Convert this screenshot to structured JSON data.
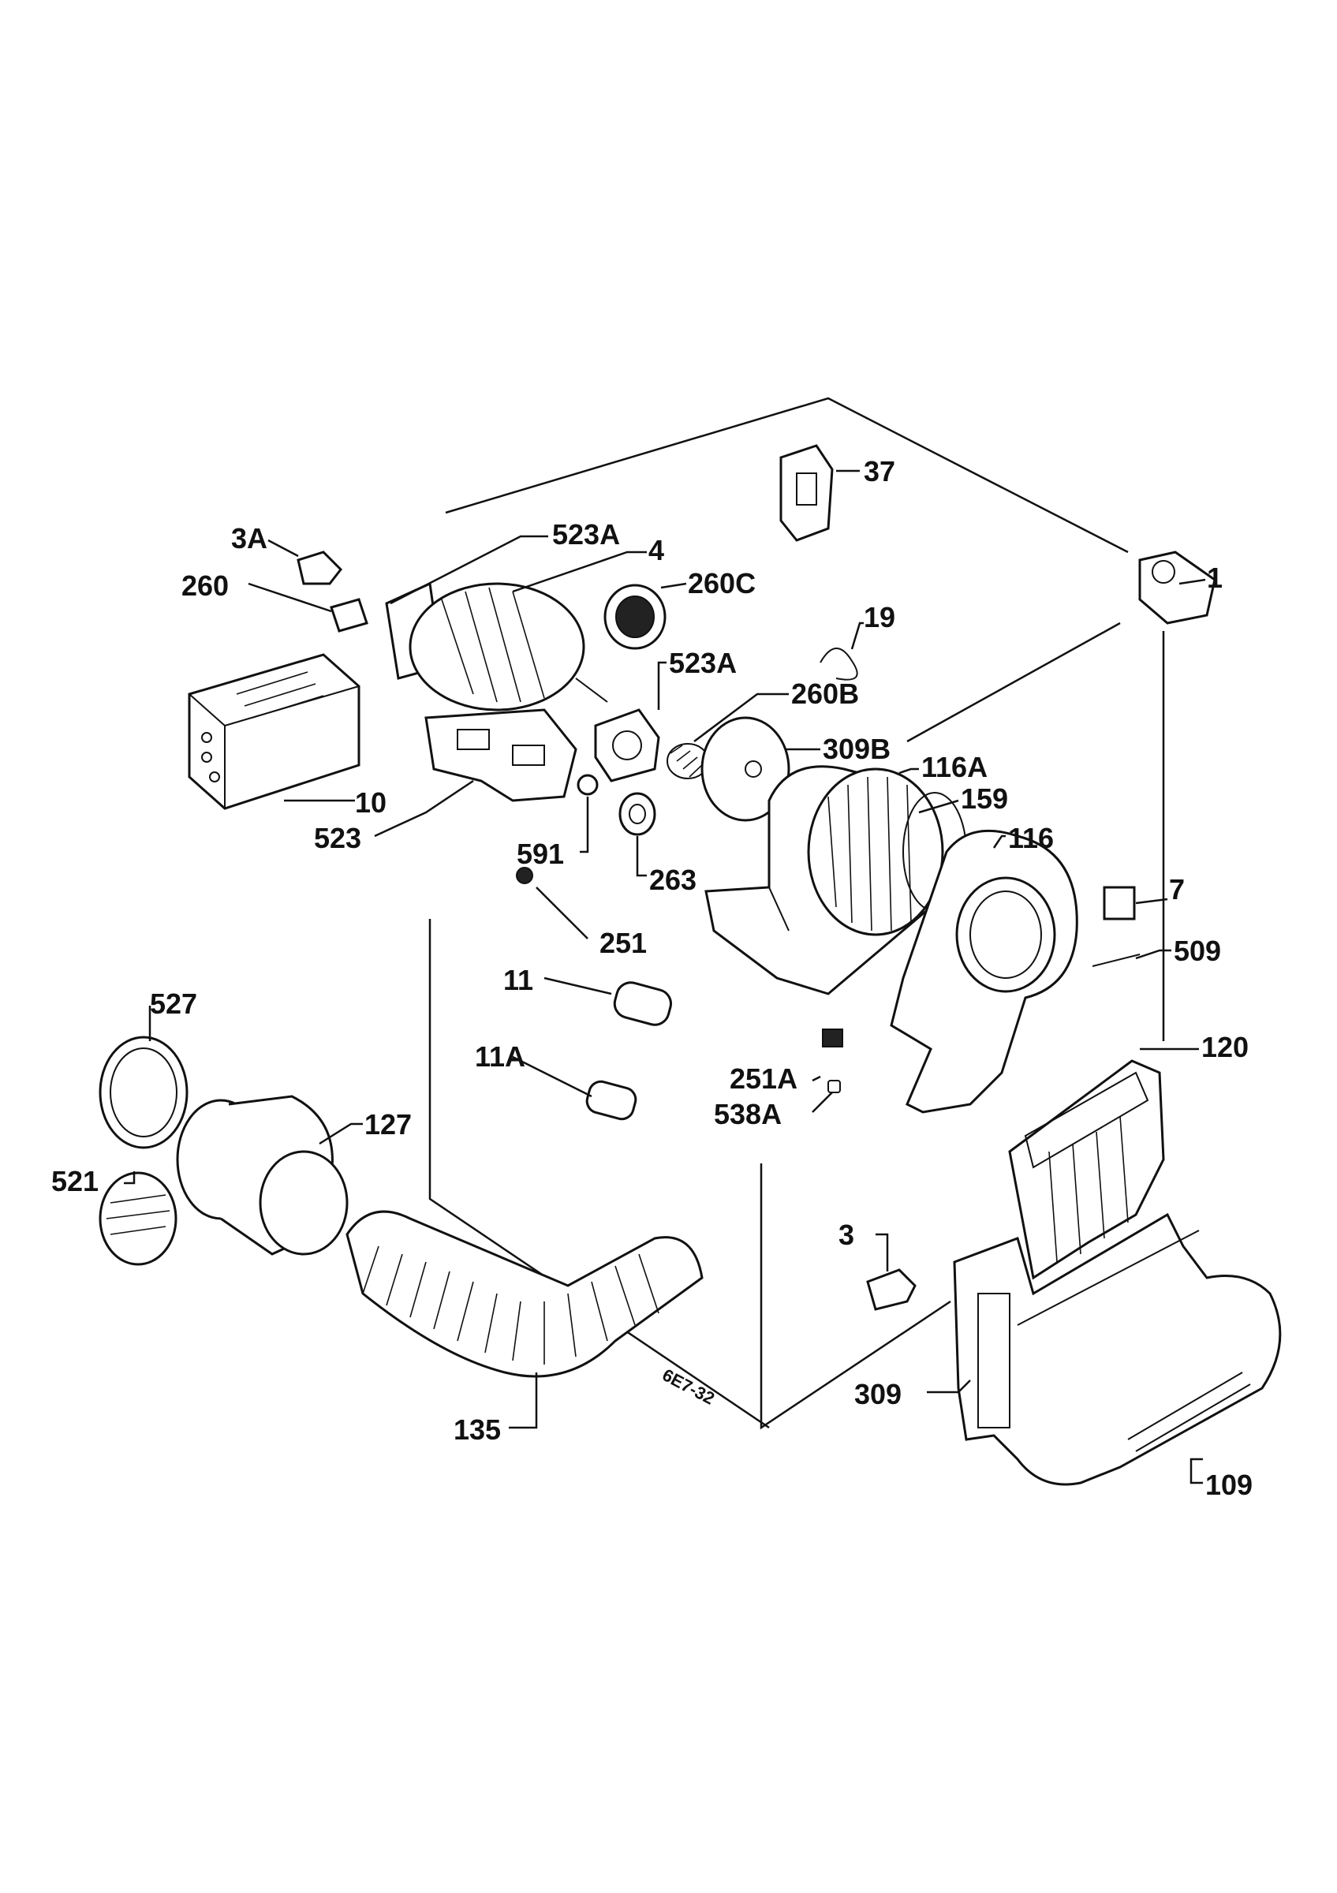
{
  "diagram": {
    "doc_code": "6E7-32",
    "parts": {
      "p1": "1",
      "p3": "3",
      "p3a": "3A",
      "p4": "4",
      "p7": "7",
      "p10": "10",
      "p11": "11",
      "p11a": "11A",
      "p19": "19",
      "p37": "37",
      "p109": "109",
      "p116": "116",
      "p116a": "116A",
      "p120": "120",
      "p127": "127",
      "p135": "135",
      "p159": "159",
      "p251": "251",
      "p251a": "251A",
      "p260": "260",
      "p260b": "260B",
      "p260c": "260C",
      "p263": "263",
      "p309": "309",
      "p309b": "309B",
      "p509": "509",
      "p521": "521",
      "p523": "523",
      "p523a_top": "523A",
      "p523a_mid": "523A",
      "p527": "527",
      "p538a": "538A",
      "p591": "591"
    }
  }
}
